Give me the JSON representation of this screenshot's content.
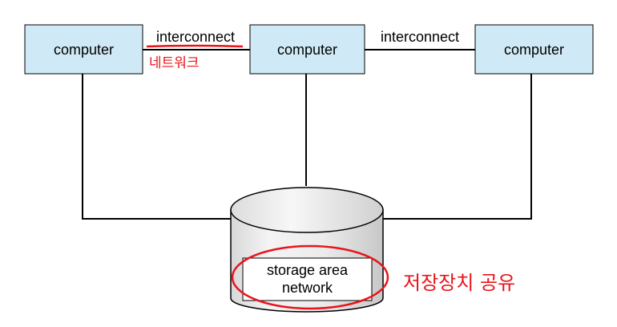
{
  "computers": [
    {
      "label": "computer"
    },
    {
      "label": "computer"
    },
    {
      "label": "computer"
    }
  ],
  "interconnects": [
    {
      "label": "interconnect"
    },
    {
      "label": "interconnect"
    }
  ],
  "storage": {
    "line1": "storage area",
    "line2": "network"
  },
  "annotations": {
    "network_note": "네트워크",
    "storage_note": "저장장치 공유"
  },
  "colors": {
    "box_fill": "#cfeaf6",
    "line": "#000000",
    "annotation": "#e8141c"
  }
}
